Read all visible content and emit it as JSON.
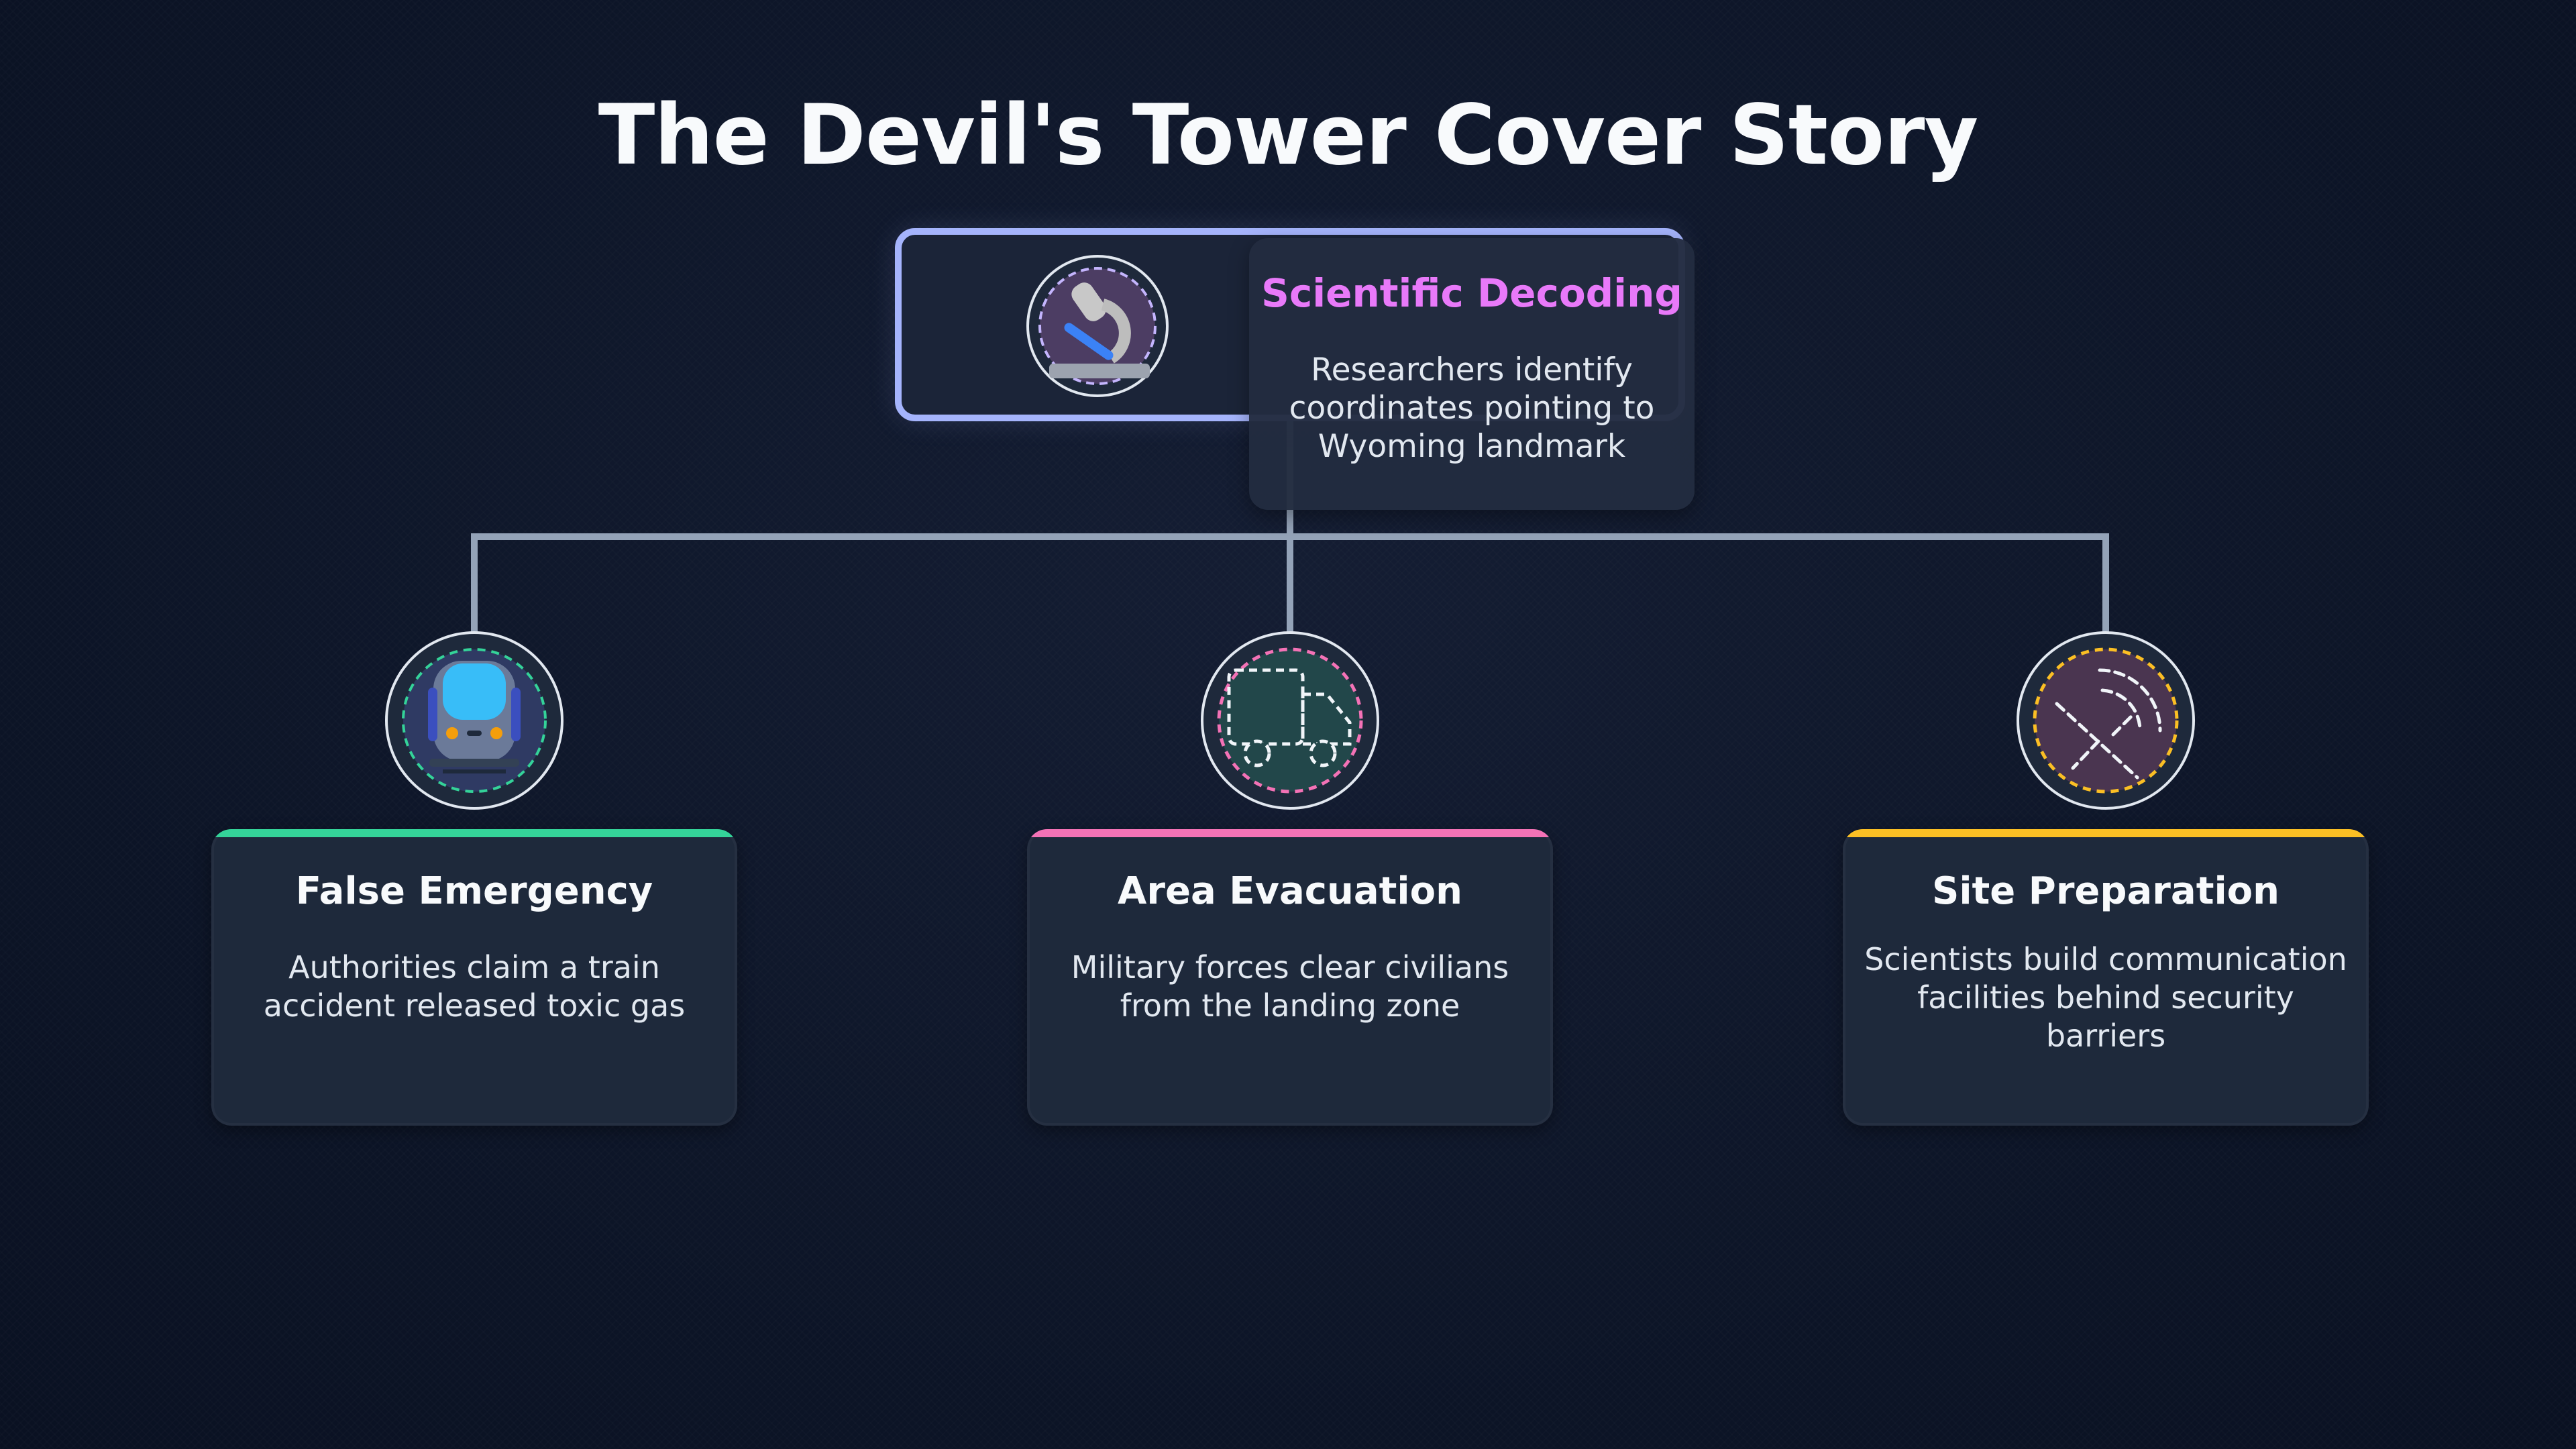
{
  "title": "The Devil's Tower Cover Story",
  "root": {
    "label": "Scientific Decoding",
    "description": "Researchers identify coordinates pointing to Wyoming landmark",
    "icon": "microscope-icon",
    "accent": "#e879f9",
    "border": "#a5b4fc"
  },
  "children": [
    {
      "label": "False Emergency",
      "description": "Authorities claim a train accident released toxic gas",
      "icon": "train-icon",
      "accent": "#34d399"
    },
    {
      "label": "Area Evacuation",
      "description": "Military forces clear civilians from the landing zone",
      "icon": "truck-icon",
      "accent": "#f472b6"
    },
    {
      "label": "Site Preparation",
      "description": "Scientists build communication facilities behind security barriers",
      "icon": "satellite-dish-icon",
      "accent": "#fbbf24"
    }
  ]
}
